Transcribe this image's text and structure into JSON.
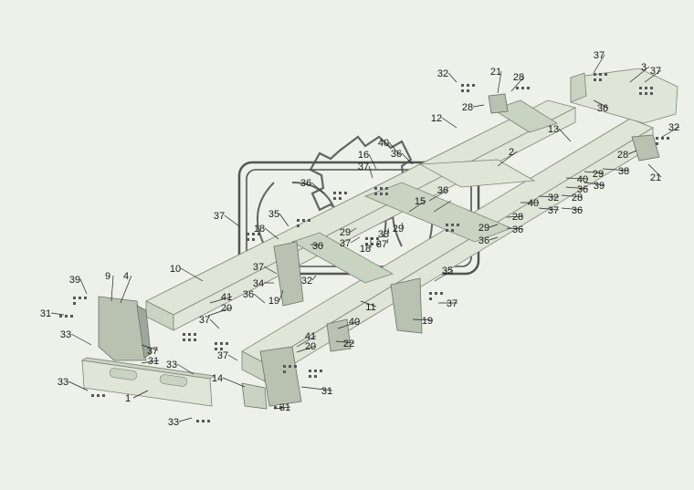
{
  "diagram": {
    "callouts": [
      "1",
      "2",
      "3",
      "4",
      "9",
      "10",
      "11",
      "12",
      "13",
      "14",
      "15",
      "16",
      "17",
      "18",
      "19",
      "20",
      "21",
      "22",
      "28",
      "29",
      "30",
      "31",
      "32",
      "33",
      "34",
      "35",
      "36",
      "37",
      "38",
      "39",
      "40",
      "41"
    ],
    "colors": {
      "background": "#eef0ea",
      "frame": "#dfe6d8",
      "frame_shadow": "#c9d3c1",
      "bracket": "#b9c2b1",
      "hardware": "#55585a",
      "watermark": "#5a5a5a"
    },
    "watermark_icon": "gear-logo-watermark-icon"
  }
}
